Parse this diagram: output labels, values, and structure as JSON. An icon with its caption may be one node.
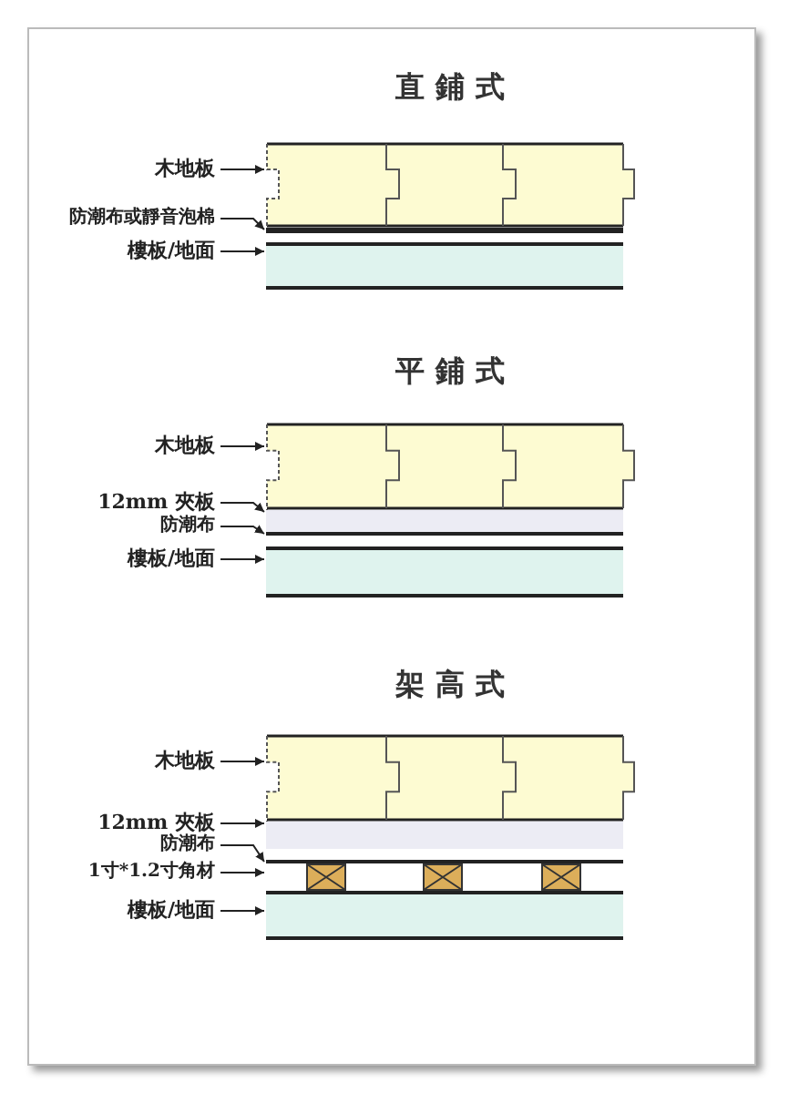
{
  "diagram": {
    "nodes": [
      {
        "text": [
          "木地板"
        ]
      },
      {
        "text": [
          "防潮布或靜音泡棉"
        ]
      },
      {
        "text": [
          "樓板/地面"
        ]
      },
      {
        "text": [],
        "shape": "box"
      },
      {
        "text": [],
        "shape": "bar"
      },
      {
        "text": [],
        "shape": "box"
      },
      {
        "text": [
          "木地板"
        ]
      },
      {
        "text": [
          "12mm 夾板"
        ]
      },
      {
        "text": [
          "防潮布"
        ]
      },
      {
        "text": [
          "樓板/地面"
        ]
      },
      {
        "text": [],
        "shape": "box"
      },
      {
        "text": [],
        "shape": "box"
      },
      {
        "text": [],
        "shape": "bar"
      },
      {
        "text": [],
        "shape": "box"
      },
      {
        "text": [
          "木地板"
        ]
      },
      {
        "text": [
          "12mm 夾板"
        ]
      },
      {
        "text": [
          "防潮布"
        ]
      },
      {
        "text": [
          "1寸*1.2寸角材"
        ]
      },
      {
        "text": [
          "樓板/地面"
        ]
      },
      {
        "text": [],
        "shape": "box"
      },
      {
        "text": [],
        "shape": "box"
      },
      {
        "text": [],
        "shape": "bar"
      },
      {
        "text": [],
        "shape": "box"
      },
      {
        "text": [],
        "shape": "box"
      }
    ],
    "edges": [
      {
        "from": 0,
        "to": 3,
        "arrow": "to"
      },
      {
        "from": 1,
        "to": 4,
        "arrow": "to"
      },
      {
        "from": 2,
        "to": 5,
        "arrow": "to"
      },
      {
        "from": 6,
        "to": 10,
        "arrow": "to"
      },
      {
        "from": 7,
        "to": 11,
        "arrow": "to"
      },
      {
        "from": 8,
        "to": 12,
        "arrow": "to"
      },
      {
        "from": 9,
        "to": 13,
        "arrow": "to"
      },
      {
        "from": 14,
        "to": 19,
        "arrow": "to"
      },
      {
        "from": 15,
        "to": 20,
        "arrow": "to"
      },
      {
        "from": 16,
        "to": 21,
        "arrow": "to"
      },
      {
        "from": 17,
        "to": 22,
        "arrow": "to"
      },
      {
        "from": 18,
        "to": 23,
        "arrow": "to"
      }
    ],
    "labels": [
      "直鋪式",
      "平鋪式",
      "架高式"
    ]
  }
}
